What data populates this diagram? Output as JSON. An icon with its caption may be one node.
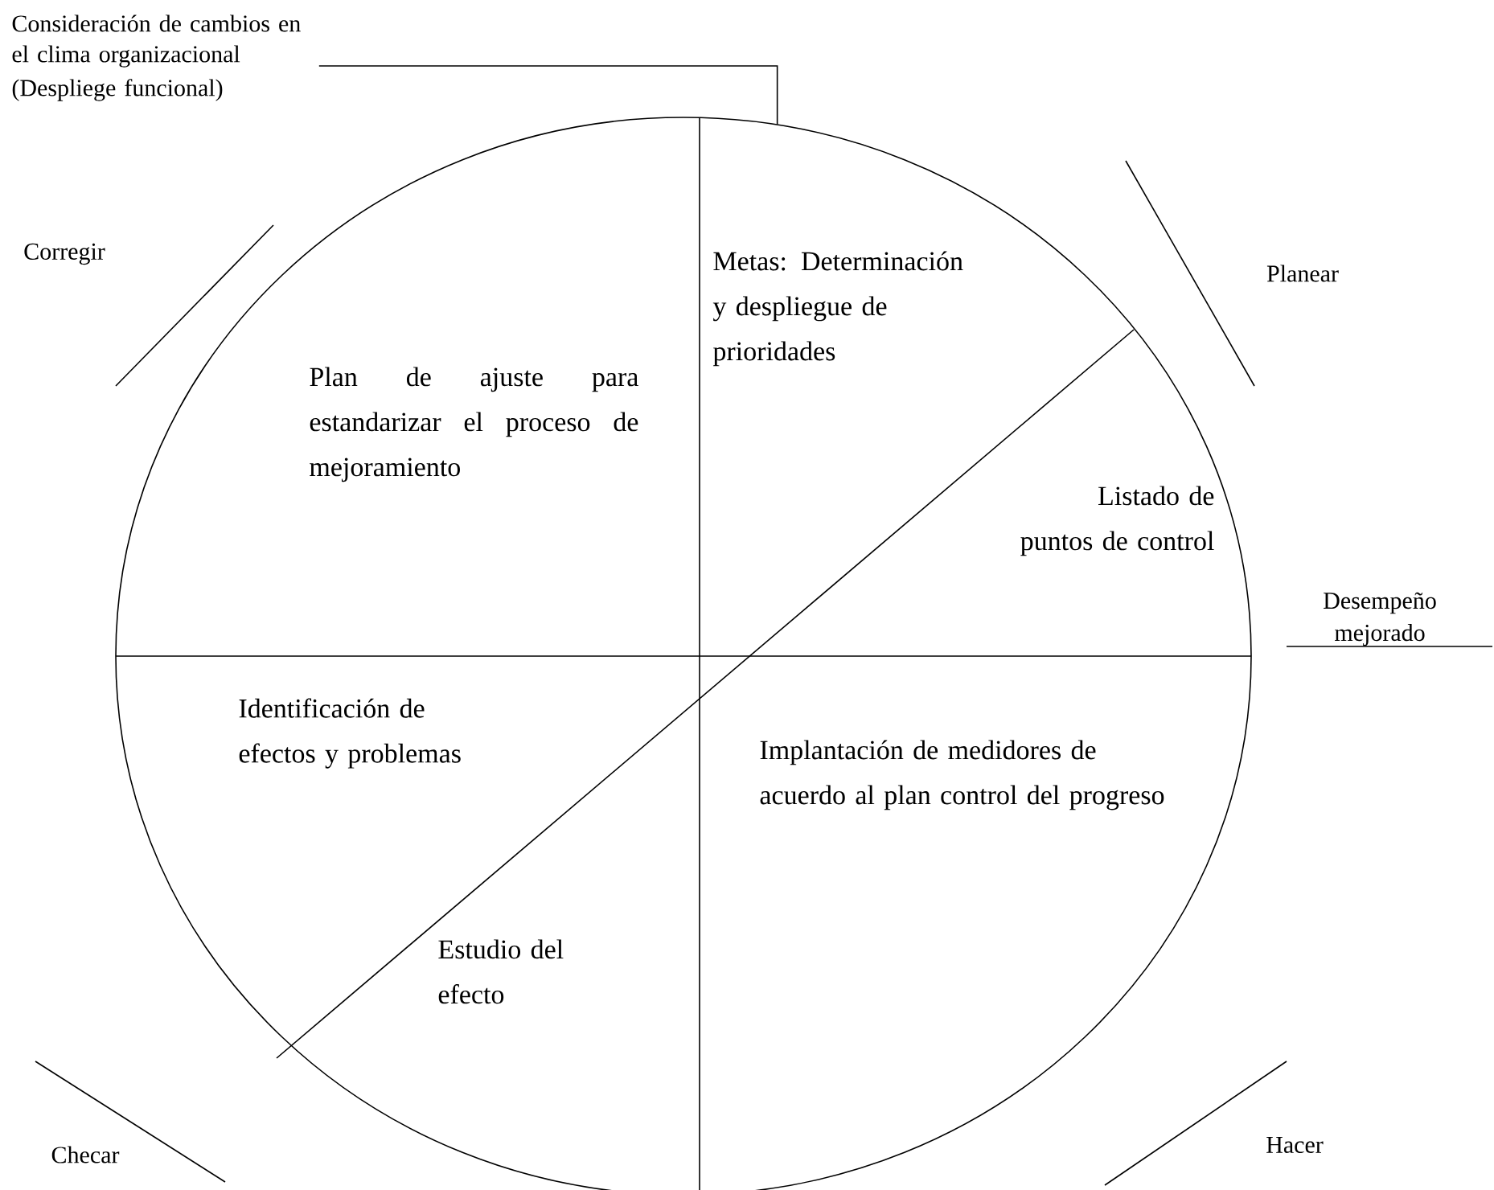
{
  "diagram": {
    "nodes": [
      {
        "text": [
          "Consideración de cambios en el clima organizacional",
          "(Despliege funcional)"
        ]
      },
      {
        "text": [
          "Metas: Determinación y despliegue de prioridades",
          "Plan de ajuste para estandarizar el proceso de mejoramiento",
          "Listado de puntos de control",
          "Identificación de efectos y problemas",
          "Implantación de medidores de acuerdo al plan control del progreso",
          "Estudio del efecto"
        ]
      }
    ],
    "edges": [
      {
        "from": 0,
        "to": 1,
        "arrow": "none"
      }
    ],
    "labels": [
      "Corregir",
      "Planear",
      "Desempeño mejorado",
      "Checar",
      "Hacer"
    ]
  }
}
